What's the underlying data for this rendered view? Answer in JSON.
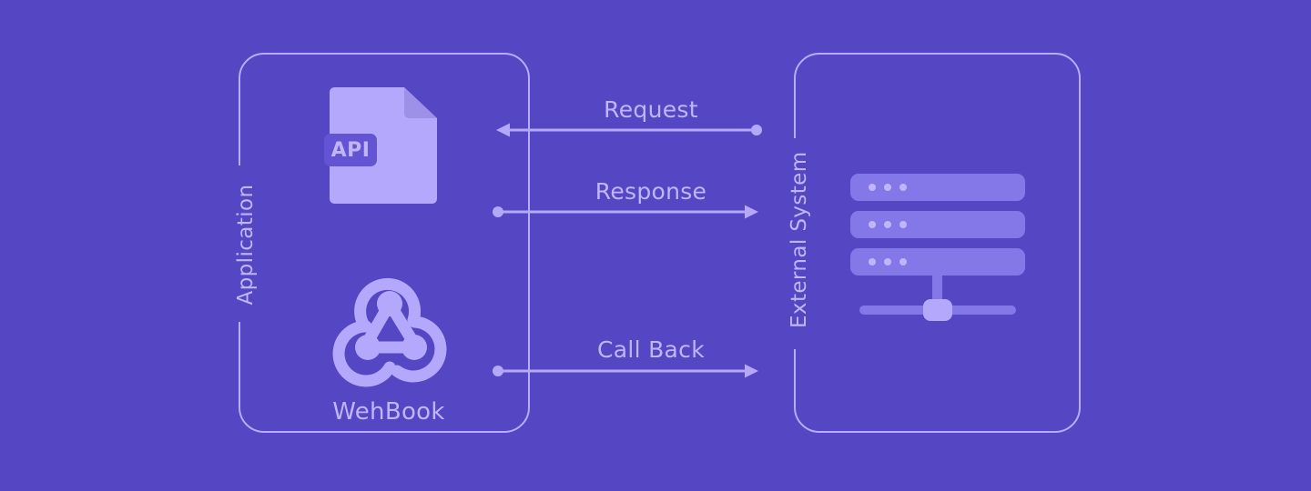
{
  "diagram": {
    "title": "API and Webhook request flow between Application and External System",
    "background_color": "#5546c4",
    "accent_light": "#b4a8fc",
    "accent_medium": "#8477e8",
    "accent_text": "#c0b5fc",
    "badge_fill": "#6354d4"
  },
  "application": {
    "label": "Application",
    "api": {
      "badge_text": "API",
      "icon_name": "document-icon"
    },
    "webhook": {
      "label": "WehBook",
      "icon_name": "webhook-icon"
    }
  },
  "external_system": {
    "label": "External System",
    "server_icon_name": "server-stack-icon",
    "server_bars": [
      {
        "dots": 3
      },
      {
        "dots": 3
      },
      {
        "dots": 3
      }
    ]
  },
  "flows": [
    {
      "label": "Request",
      "direction": "right-to-left",
      "start_marker": "dot",
      "end_marker": "arrowhead"
    },
    {
      "label": "Response",
      "direction": "left-to-right",
      "start_marker": "dot",
      "end_marker": "arrowhead"
    },
    {
      "label": "Call Back",
      "direction": "left-to-right",
      "start_marker": "dot",
      "end_marker": "arrowhead"
    }
  ]
}
